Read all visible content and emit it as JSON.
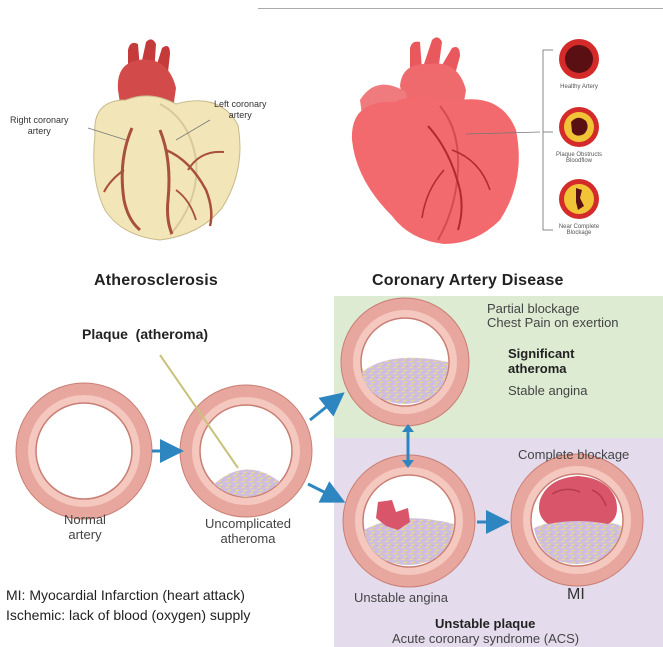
{
  "header": {
    "left_title": "Atherosclerosis",
    "right_title": "Coronary Artery Disease"
  },
  "heart_left": {
    "right_coronary_label": "Right coronary\nartery",
    "left_coronary_label": "Left coronary\nartery"
  },
  "heart_right": {
    "insets": [
      {
        "label": "Healthy Artery"
      },
      {
        "label": "Plaque Obstructs\nBloodflow"
      },
      {
        "label": "Near Complete\nBlockage"
      }
    ]
  },
  "stages": {
    "plaque_label": "Plaque  (atheroma)",
    "normal_label": "Normal\nartery",
    "uncomplicated_label": "Uncomplicated\natheroma",
    "unstable_angina_label": "Unstable angina",
    "mi_label": "MI"
  },
  "green_panel": {
    "line1": "Partial blockage",
    "line2": "Chest Pain on exertion",
    "significant": "Significant\natheroma",
    "stable": "Stable angina"
  },
  "purple_panel": {
    "complete": "Complete blockage",
    "unstable_plaque": "Unstable plaque",
    "acs": "Acute coronary syndrome (ACS)"
  },
  "notes": {
    "mi": "MI: Myocardial Infarction (heart attack)",
    "ischemic": "Ischemic: lack of blood (oxygen) supply"
  },
  "colors": {
    "artery_wall": "#e8a79e",
    "artery_wall_inner": "#f4c7bf",
    "plaque": "#cdbde0",
    "arrow": "#2e86c1",
    "clot": "#d9566a"
  }
}
